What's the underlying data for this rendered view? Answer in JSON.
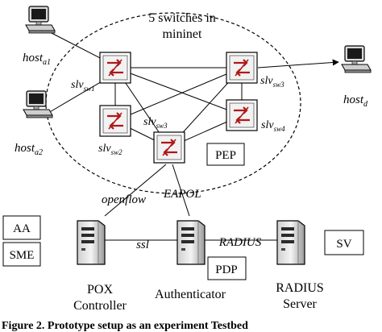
{
  "cloud_title": [
    "5 switches in",
    "mininet"
  ],
  "hosts": {
    "a1": {
      "base": "host",
      "sub": "a1"
    },
    "a2": {
      "base": "host",
      "sub": "a2"
    },
    "d": {
      "base": "host",
      "sub": "d"
    }
  },
  "switches": {
    "sw1": {
      "base": "slv",
      "sub": "sw1"
    },
    "sw2": {
      "base": "slv",
      "sub": "sw2"
    },
    "sw3_center": {
      "base": "slv",
      "sub": "sw3"
    },
    "sw3_right": {
      "base": "slv",
      "sub": "sw3"
    },
    "sw4": {
      "base": "slv",
      "sub": "sw4"
    }
  },
  "boxes": {
    "pep": "PEP",
    "aa": "AA",
    "sme": "SME",
    "pdp": "PDP",
    "sv": "SV"
  },
  "links": {
    "openflow": "openflow",
    "eapol": "EAPOL",
    "ssl": "ssl",
    "radius": "RADIUS"
  },
  "servers": {
    "pox": [
      "POX",
      "Controller"
    ],
    "auth": [
      "Authenticator"
    ],
    "radius": [
      "RADIUS",
      "Server"
    ]
  },
  "caption": "Figure 2. Prototype setup as an experiment Testbed"
}
